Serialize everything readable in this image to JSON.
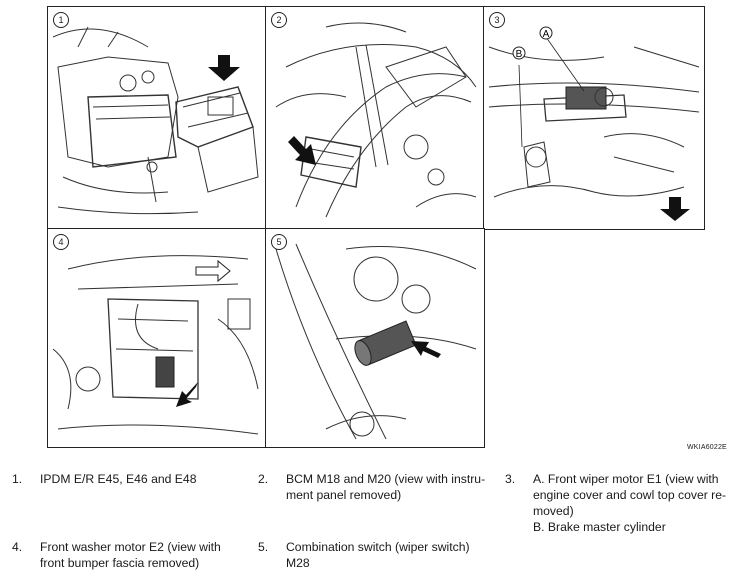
{
  "figure": {
    "code": "WKIA6022E",
    "panels": [
      {
        "num": "1"
      },
      {
        "num": "2"
      },
      {
        "num": "3",
        "callouts": [
          "A",
          "B"
        ]
      },
      {
        "num": "4"
      },
      {
        "num": "5"
      }
    ]
  },
  "legend": [
    {
      "num": "1.",
      "text": "IPDM E/R E45, E46 and E48"
    },
    {
      "num": "2.",
      "text": "BCM M18 and M20 (view with instru-\nment panel removed)"
    },
    {
      "num": "3.",
      "text": "A. Front wiper motor E1 (view with\nengine cover and cowl top cover re-\nmoved)\nB. Brake master cylinder"
    },
    {
      "num": "4.",
      "text": "Front washer motor E2 (view with\nfront bumper fascia removed)"
    },
    {
      "num": "5.",
      "text": "Combination switch (wiper switch)\nM28"
    }
  ]
}
